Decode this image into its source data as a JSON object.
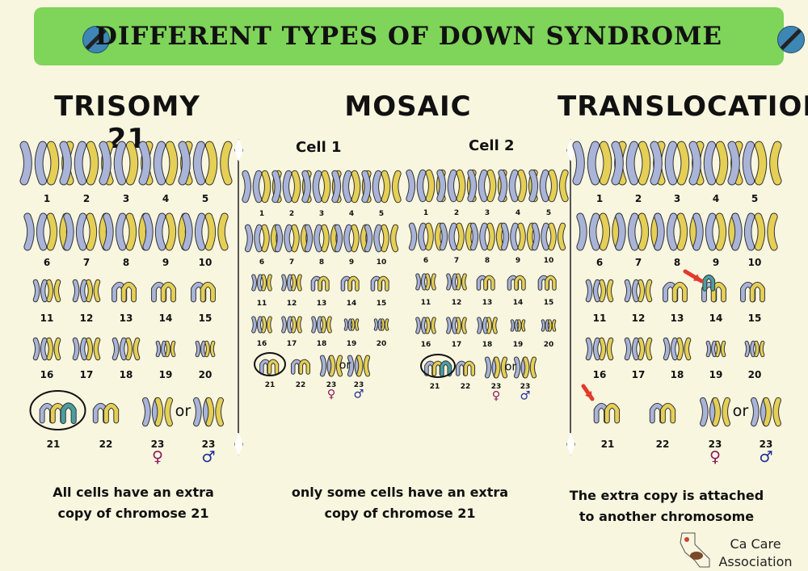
{
  "title": "DIFFERENT TYPES OF DOWN SYNDROME",
  "sections": {
    "trisomy": {
      "title": "TRISOMY 21",
      "description_line1": "All cells have an extra",
      "description_line2": "copy of chromose 21"
    },
    "mosaic": {
      "title": "MOSAIC",
      "cell1": "Cell 1",
      "cell2": "Cell 2",
      "description_line1": "only some cells have an extra",
      "description_line2": "copy of chromose 21"
    },
    "translocation": {
      "title": "TRANSLOCATION",
      "description_line1": "The extra copy is attached",
      "description_line2": "to another chromosome"
    }
  },
  "chromosome_numbers": [
    "1",
    "2",
    "3",
    "4",
    "5",
    "6",
    "7",
    "8",
    "9",
    "10",
    "11",
    "12",
    "13",
    "14",
    "15",
    "16",
    "17",
    "18",
    "19",
    "20",
    "21",
    "22",
    "23",
    "23"
  ],
  "or_label": "or",
  "female_symbol": "♀",
  "male_symbol": "♂",
  "logo": {
    "line1": "Ca Care",
    "line2": "Association"
  },
  "colors": {
    "banner": "#7fd45a",
    "background": "#f8f6df",
    "maternal": "#a9b4d8",
    "paternal": "#e5cf55",
    "extra": "#4a9ea1",
    "arrow": "#e23b2b",
    "female": "#8b1a5e",
    "male": "#1f2d9a"
  }
}
